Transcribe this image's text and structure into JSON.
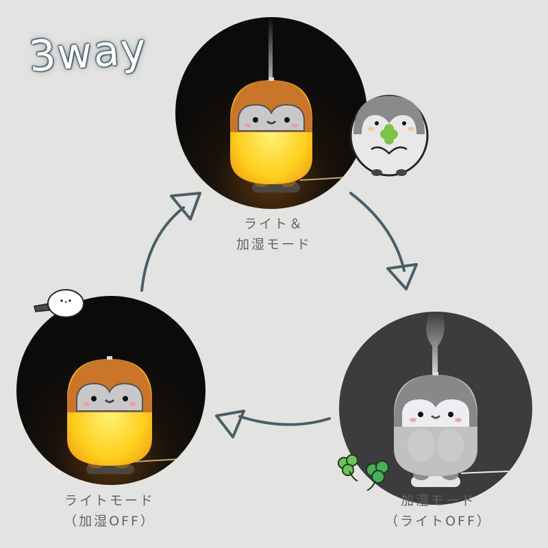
{
  "title": "3way",
  "modes": [
    {
      "id": "light-humidify",
      "label_line1": "ライト＆",
      "label_line2": "加湿モード",
      "glow": "#ffd21a",
      "body": "#c9762a"
    },
    {
      "id": "humidify",
      "label_line1": "加湿モード",
      "label_line2": "（ライトOFF）",
      "body": "#b9b9b9"
    },
    {
      "id": "light",
      "label_line1": "ライトモード",
      "label_line2": "（加湿OFF）",
      "glow": "#ffd21a",
      "body": "#c9762a"
    }
  ],
  "colors": {
    "background": "#e3e3e1",
    "arrow": "#4a5e66",
    "text": "#5d6468"
  }
}
